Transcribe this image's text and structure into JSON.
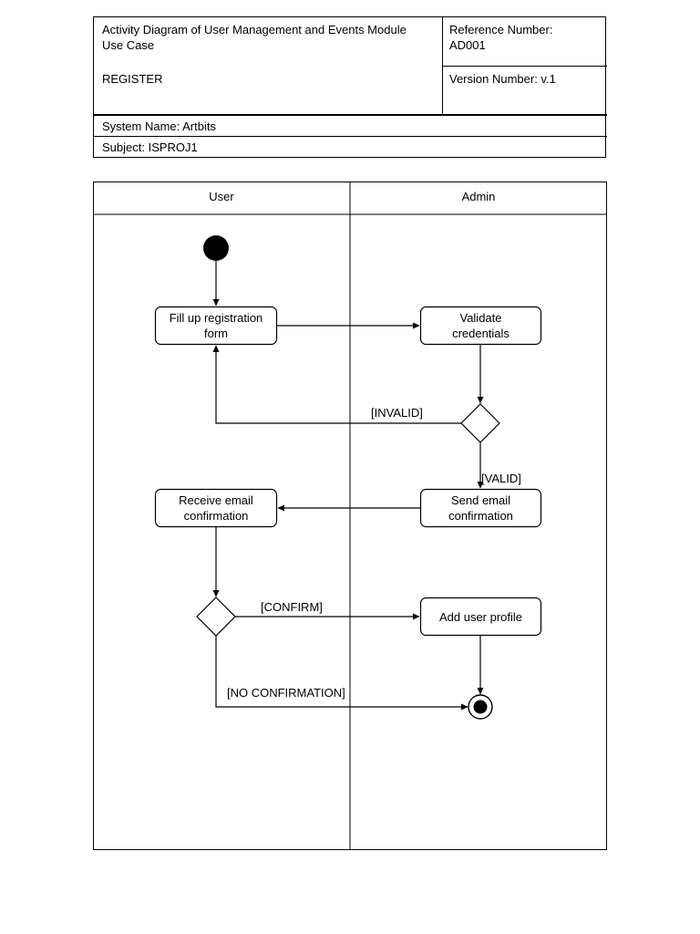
{
  "header": {
    "title": "Activity Diagram of User Management and Events Module\nUse Case",
    "use_case": "REGISTER",
    "reference": "Reference Number:\nAD001",
    "version": "Version Number: v.1",
    "system_name": "System Name: Artbits",
    "subject": "Subject: ISPROJ1"
  },
  "diagram": {
    "lanes": [
      "User",
      "Admin"
    ],
    "actions": {
      "fill_form": "Fill up registration\nform",
      "validate": "Validate\ncredentials",
      "receive_email": "Receive email\nconfirmation",
      "send_email": "Send email\nconfirmation",
      "add_profile": "Add user profile"
    },
    "guards": {
      "invalid": "[INVALID]",
      "valid": "[VALID]",
      "confirm": "[CONFIRM]",
      "no_confirmation": "[NO CONFIRMATION]"
    }
  }
}
